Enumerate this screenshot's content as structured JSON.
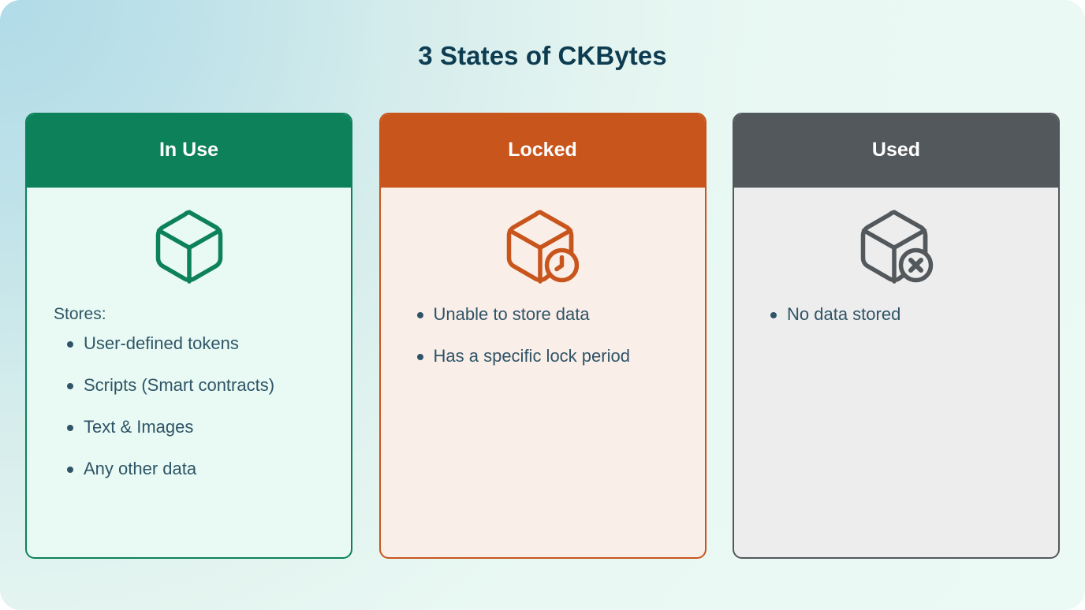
{
  "page": {
    "title": "3 States of CKBytes",
    "background_gradient_from": "#b2dce8",
    "background_gradient_to": "#ecfaf5",
    "title_color": "#0d3c51",
    "body_text_color": "#2f5467"
  },
  "cards": [
    {
      "id": "in-use",
      "header_label": "In Use",
      "header_color": "#0d8159",
      "body_color": "#e8faf3",
      "border_color": "#0d8159",
      "icon": "cube-icon",
      "icon_color": "#0d8159",
      "intro_label": "Stores:",
      "bullets": [
        "User-defined tokens",
        "Scripts (Smart contracts)",
        "Text & Images",
        "Any other data"
      ]
    },
    {
      "id": "locked",
      "header_label": "Locked",
      "header_color": "#c8551c",
      "body_color": "#faeee8",
      "border_color": "#c8551c",
      "icon": "cube-clock-icon",
      "icon_color": "#c8551c",
      "intro_label": "",
      "bullets": [
        "Unable to store data",
        "Has a specific lock period"
      ]
    },
    {
      "id": "used",
      "header_label": "Used",
      "header_color": "#53585c",
      "body_color": "#ededed",
      "border_color": "#53585c",
      "icon": "cube-x-icon",
      "icon_color": "#53585c",
      "intro_label": "",
      "bullets": [
        "No data stored"
      ]
    }
  ]
}
